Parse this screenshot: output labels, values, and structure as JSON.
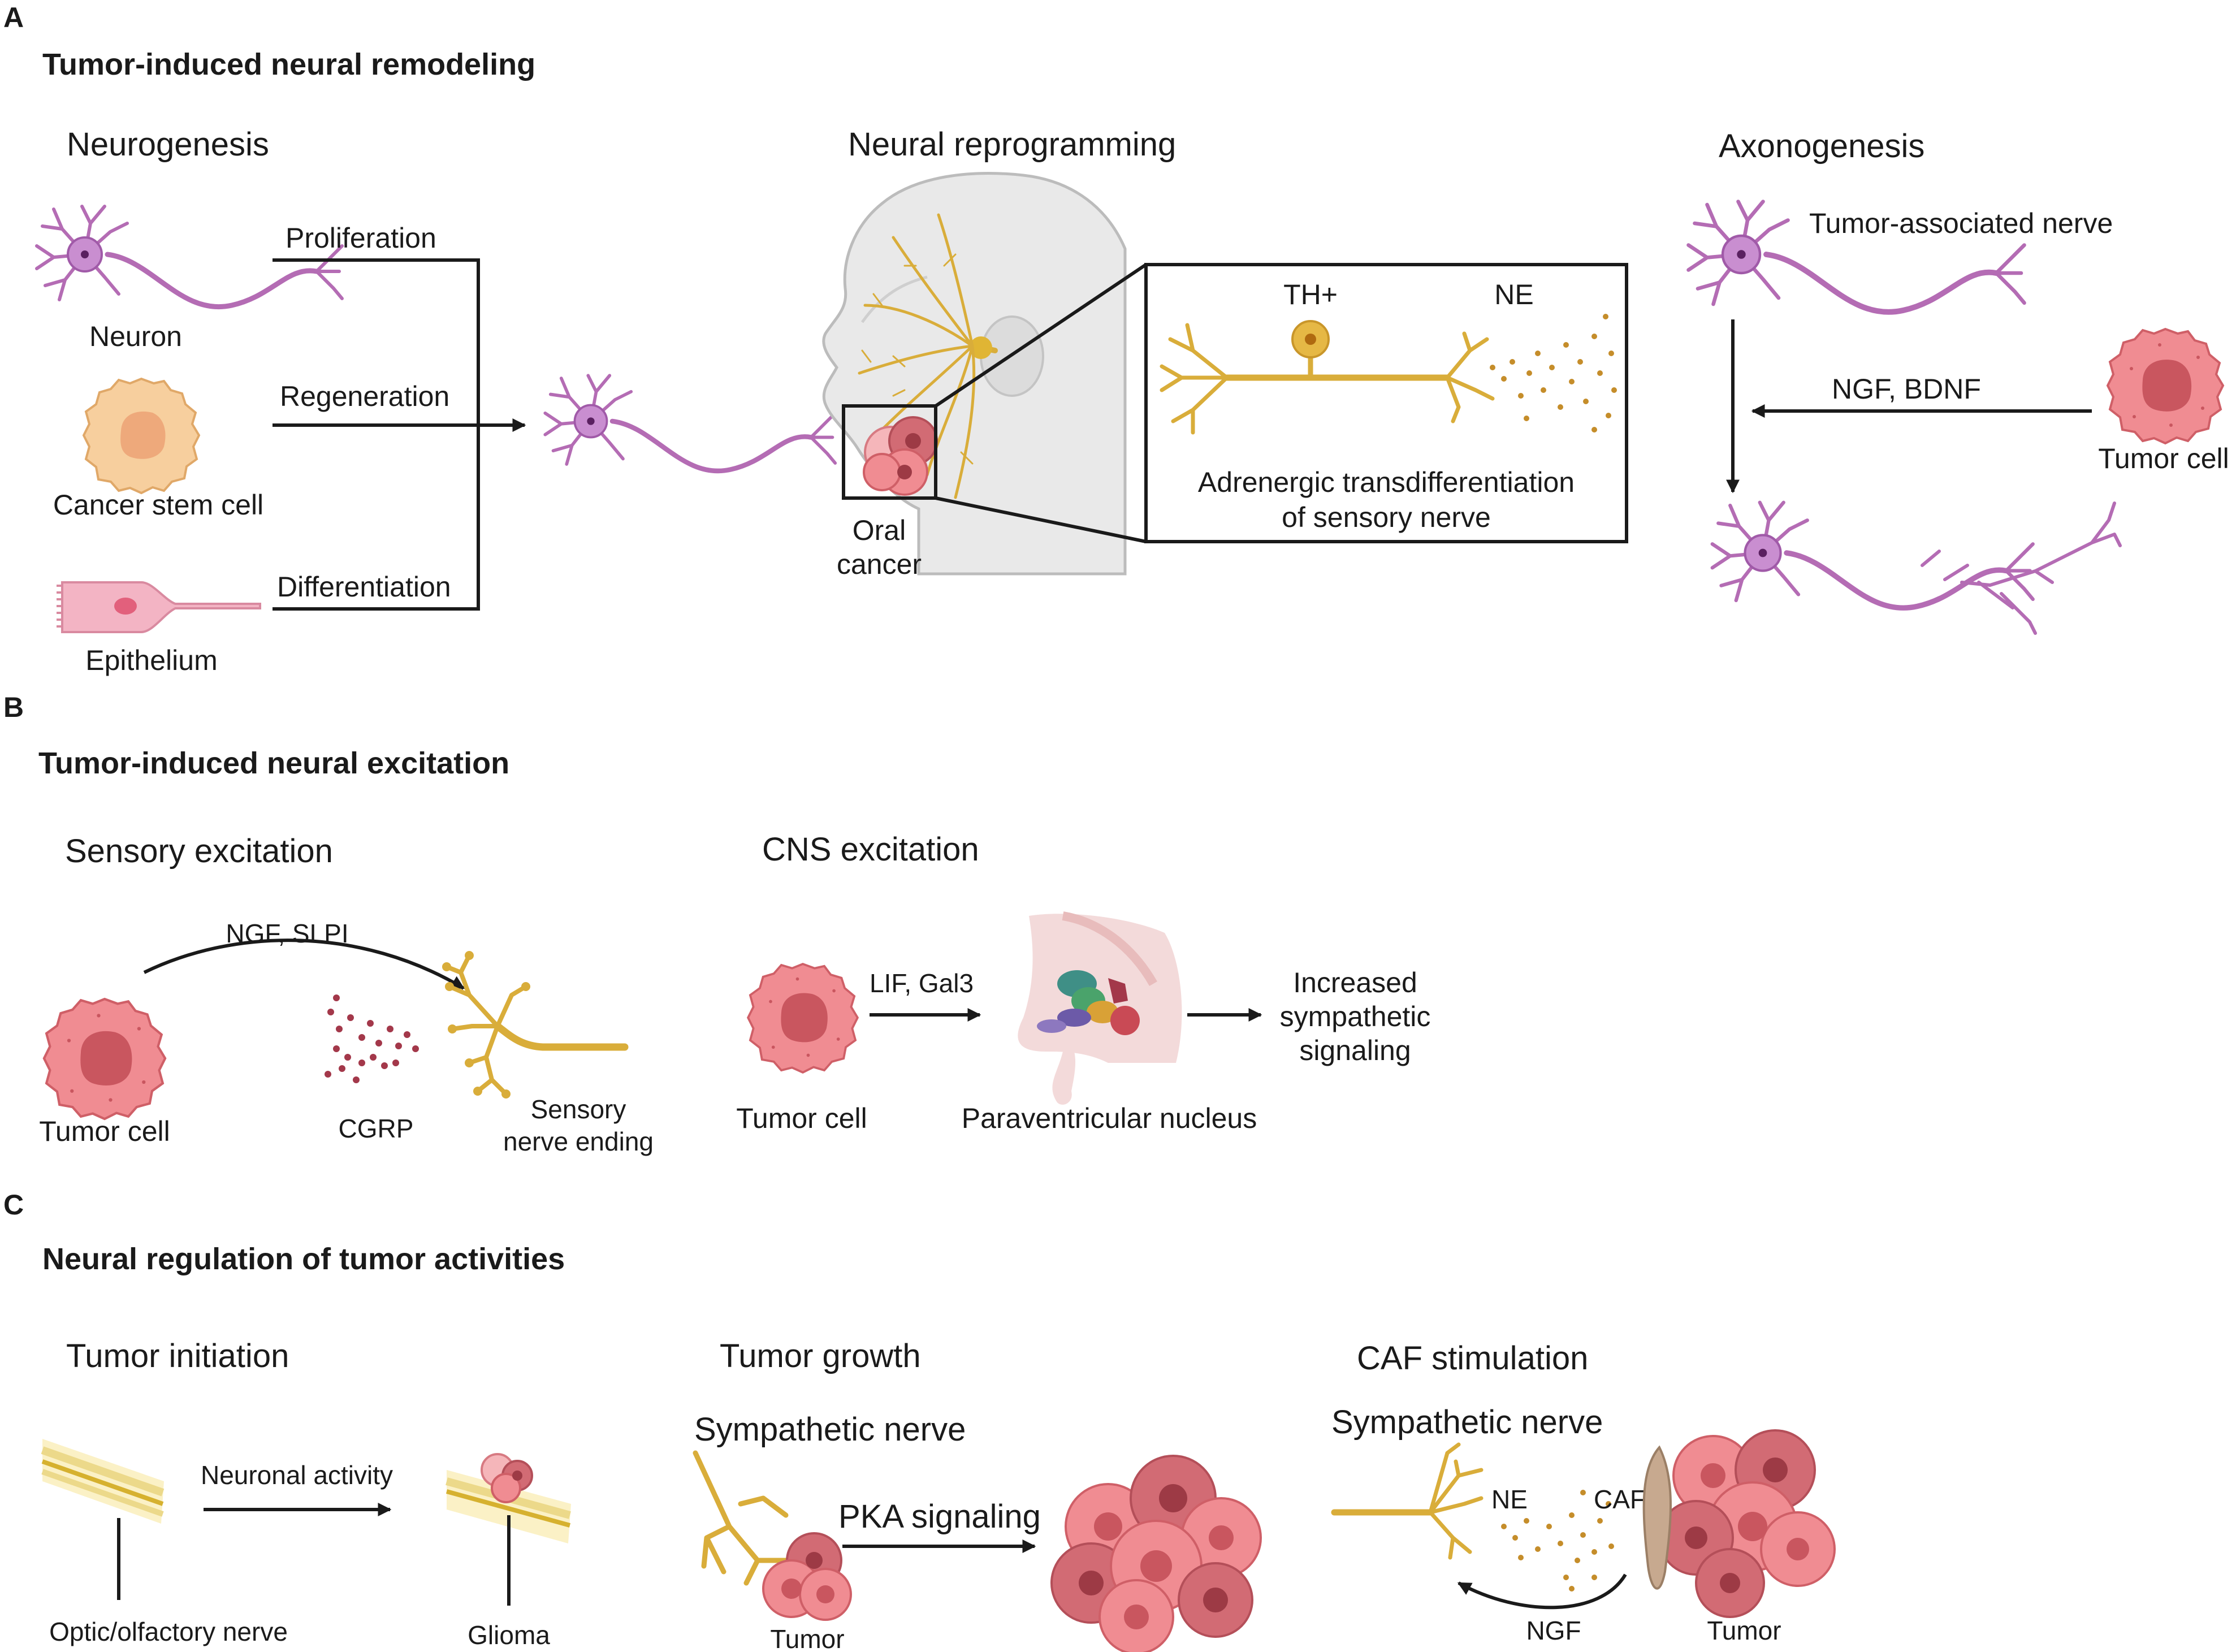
{
  "panels": {
    "a": {
      "letter": "A",
      "title": "Tumor-induced neural remodeling",
      "neurogenesis": {
        "heading": "Neurogenesis",
        "sources": [
          "Neuron",
          "Cancer stem cell",
          "Epithelium"
        ],
        "processes": [
          "Proliferation",
          "Regeneration",
          "Differentiation"
        ]
      },
      "reprogramming": {
        "heading": "Neural reprogramming",
        "oral_cancer": [
          "Oral",
          "cancer"
        ],
        "th_label": "TH+",
        "ne_label": "NE",
        "caption": [
          "Adrenergic transdifferentiation",
          "of sensory nerve"
        ]
      },
      "axonogenesis": {
        "heading": "Axonogenesis",
        "nerve_label": "Tumor-associated nerve",
        "factors": "NGF, BDNF",
        "tumor_label": "Tumor cell"
      }
    },
    "b": {
      "letter": "B",
      "title": "Tumor-induced neural excitation",
      "sensory": {
        "heading": "Sensory excitation",
        "factors": "NGF, SLPI",
        "tumor_label": "Tumor cell",
        "cgrp_label": "CGRP",
        "ending_label": [
          "Sensory",
          "nerve ending"
        ]
      },
      "cns": {
        "heading": "CNS excitation",
        "factors": "LIF, Gal3",
        "tumor_label": "Tumor cell",
        "pvn_label": "Paraventricular nucleus",
        "outcome": [
          "Increased",
          "sympathetic",
          "signaling"
        ]
      }
    },
    "c": {
      "letter": "C",
      "title": "Neural regulation of tumor activities",
      "initiation": {
        "heading": "Tumor initiation",
        "activity": "Neuronal activity",
        "nerve_label": "Optic/olfactory nerve",
        "glioma_label": "Glioma"
      },
      "growth": {
        "heading": "Tumor growth",
        "nerve_label": "Sympathetic nerve",
        "signal": "PKA signaling",
        "tumor_label": "Tumor"
      },
      "caf": {
        "heading": "CAF stimulation",
        "nerve_label": "Sympathetic nerve",
        "ne_label": "NE",
        "caf_label": "CAF",
        "ngf_label": "NGF",
        "tumor_label": "Tumor"
      }
    }
  },
  "colors": {
    "neuron": "#b46cb4",
    "nerve": "#d9ad3a",
    "tumor": "#f08c92",
    "stem_cell": "#f7cf9e",
    "epithelium": "#f3b4c4",
    "cgrp_dots": "#a3384a",
    "ne_dots": "#c58d2a"
  }
}
